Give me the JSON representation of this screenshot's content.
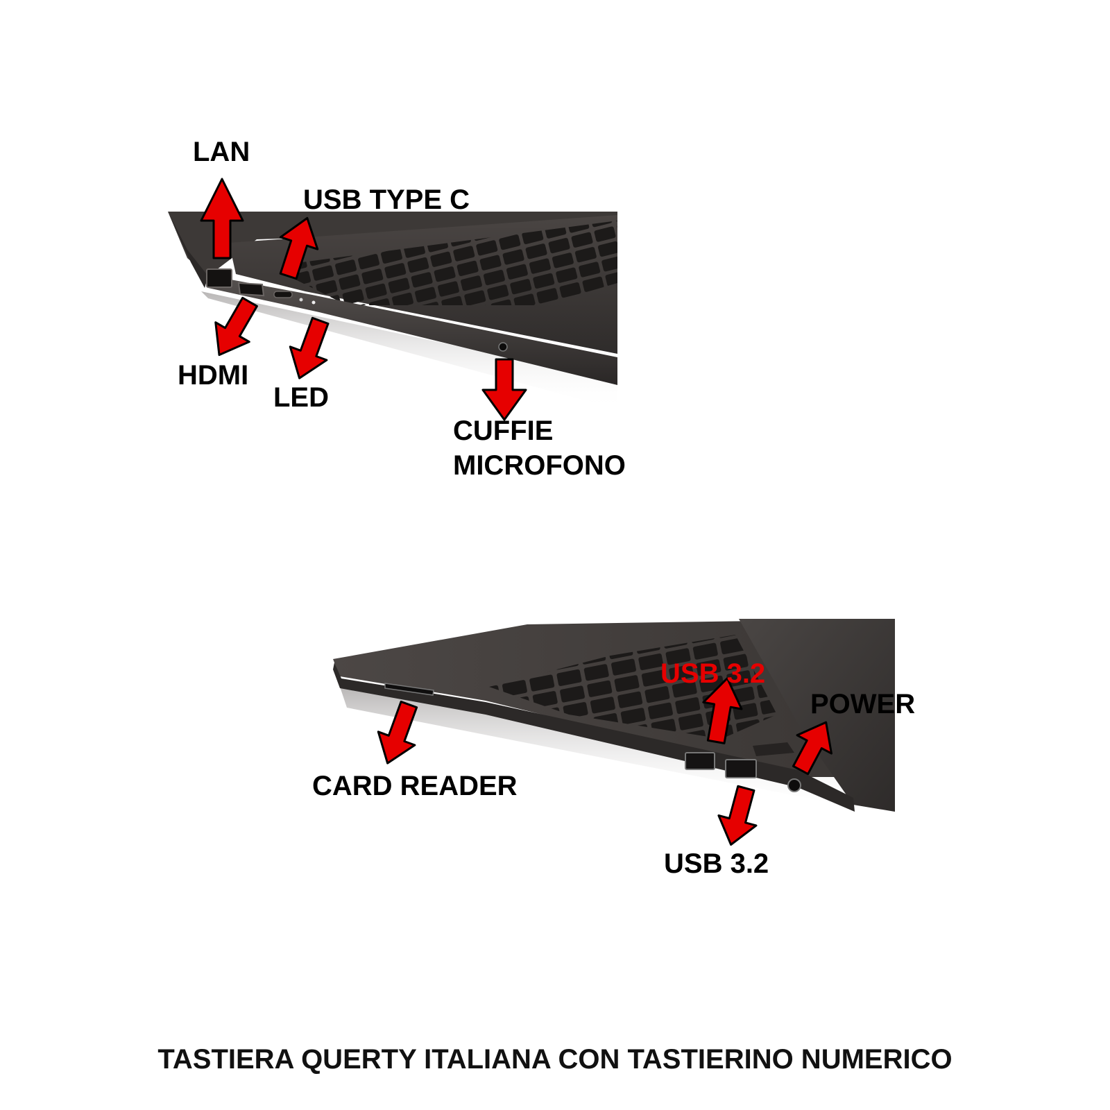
{
  "labels": {
    "lan": "LAN",
    "usb_type_c": "USB TYPE C",
    "hdmi": "HDMI",
    "led": "LED",
    "cuffie": "CUFFIE",
    "microfono": "MICROFONO",
    "usb32_top": "USB 3.2",
    "power": "POWER",
    "card_reader": "CARD READER",
    "usb32_bottom": "USB 3.2"
  },
  "caption": "TASTIERA QUERTY ITALIANA CON TASTIERINO NUMERICO",
  "colors": {
    "arrow": "#e60000",
    "arrow_outline": "#000000",
    "laptop_body": "#3a3634",
    "key": "#1c1a19",
    "background": "#ffffff"
  },
  "icons": [
    "arrow-icon"
  ]
}
